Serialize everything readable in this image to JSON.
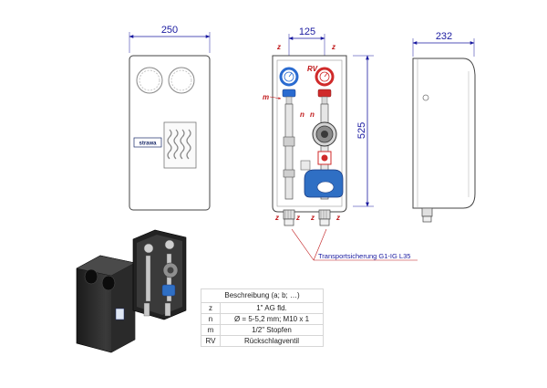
{
  "dimensions": {
    "front_width": "250",
    "connection_spacing": "125",
    "side_depth": "232",
    "height": "525"
  },
  "codes": {
    "z": "z",
    "rv": "RV",
    "m": "m",
    "n": "n"
  },
  "brand": "strawa",
  "callout": "Transportsicherung G1-IG L35",
  "legend": {
    "title": "Beschreibung (a; b; …)",
    "rows": [
      {
        "code": "z",
        "desc": "1\" AG fld."
      },
      {
        "code": "n",
        "desc": "Ø = 5-5,2 mm; M10 x 1"
      },
      {
        "code": "m",
        "desc": "1/2\" Stopfen"
      },
      {
        "code": "RV",
        "desc": "Rückschlagventil"
      }
    ]
  },
  "colors": {
    "dimension": "#1a1aa0",
    "code_red": "#c0181a",
    "valve_blue": "#2a6bd0",
    "valve_red": "#d02a2a"
  }
}
